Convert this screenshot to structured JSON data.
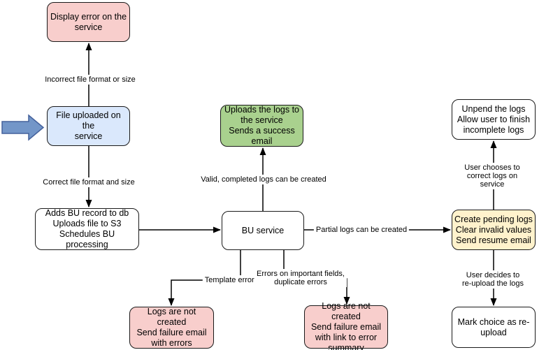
{
  "diagram": {
    "colors": {
      "error_fill": "#F8CECC",
      "start_fill": "#DAE8FC",
      "success_fill": "#A9D18E",
      "pending_fill": "#FFF2CC",
      "plain_fill": "#FFFFFF",
      "border": "#1A1A1A",
      "entry_arrow_fill": "#7396C8",
      "entry_arrow_stroke": "#44619C"
    },
    "nodes": {
      "display_error": {
        "label": "Display error on the\nservice"
      },
      "file_uploaded": {
        "label": "File uploaded on the\nservice"
      },
      "adds_bu_record": {
        "label": "Adds BU record to db\nUploads file to S3\nSchedules BU processing"
      },
      "bu_service": {
        "label": "BU service"
      },
      "uploads_logs": {
        "label": "Uploads the logs to\nthe service\nSends a success\nemail"
      },
      "unpend_logs": {
        "label": "Unpend the logs\nAllow user to finish\nincomplete logs"
      },
      "create_pending": {
        "label": "Create pending logs\nClear invalid values\nSend resume email"
      },
      "mark_reupload": {
        "label": "Mark choice as re-\nupload"
      },
      "logs_not_created_errors": {
        "label": "Logs are not created\nSend failure email\nwith errors"
      },
      "logs_not_created_summary": {
        "label": "Logs are not created\nSend failure email\nwith link to error\nsummary"
      }
    },
    "edge_labels": {
      "incorrect_format": "Incorrect file format or size",
      "correct_format": "Correct file format and size",
      "valid_logs": "Valid, completed logs can be created",
      "partial_logs": "Partial logs can be created",
      "template_errors": "Template errors",
      "important_field_errors": "Errors on important fields,\nduplicate errors",
      "user_corrects": "User chooses to correct logs on service",
      "user_reuploads": "User decides to re-upload the logs"
    }
  }
}
